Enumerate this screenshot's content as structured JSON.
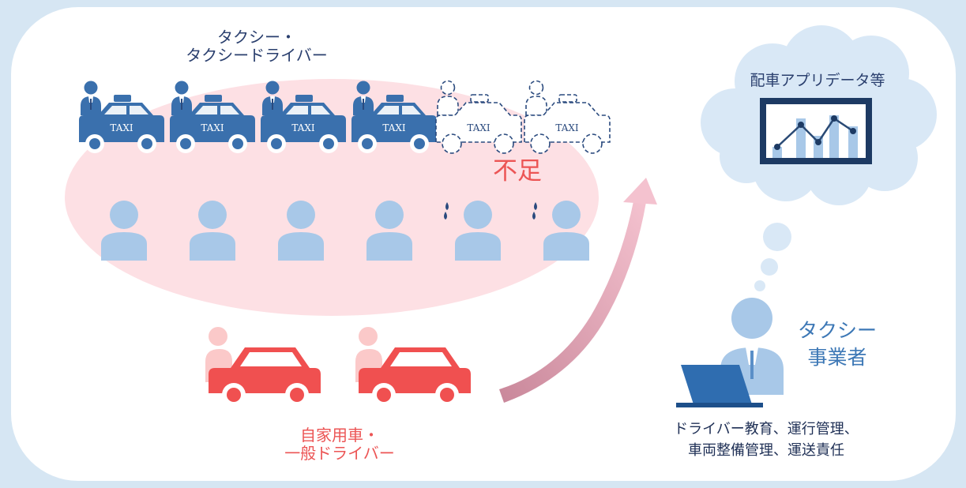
{
  "labels": {
    "taxi_line1": "タクシー・",
    "taxi_line2": "タクシードライバー",
    "shortage": "不足",
    "private_line1": "自家用車・",
    "private_line2": "一般ドライバー",
    "app_data": "配車アプリデータ等",
    "operator_line1": "タクシー",
    "operator_line2": "事業者",
    "duties_line1": "ドライバー教育、運行管理、",
    "duties_line2": "車両整備管理、運送責任"
  },
  "taxi_sign": "TAXI",
  "counts": {
    "taxis_available": 4,
    "taxis_missing": 2,
    "passengers": 6,
    "private_cars": 2
  },
  "colors": {
    "background": "#d6e6f3",
    "panel": "#ffffff",
    "ellipse": "#fde0e4",
    "taxi_blue": "#3a70ad",
    "person_blue": "#a8c8e8",
    "car_red": "#f05050",
    "person_pink": "#fbc9c9",
    "text_red": "#ec5555",
    "text_blue": "#3d78b6",
    "text_navy": "#2a3f6e",
    "cloud": "#d9e8f6"
  }
}
